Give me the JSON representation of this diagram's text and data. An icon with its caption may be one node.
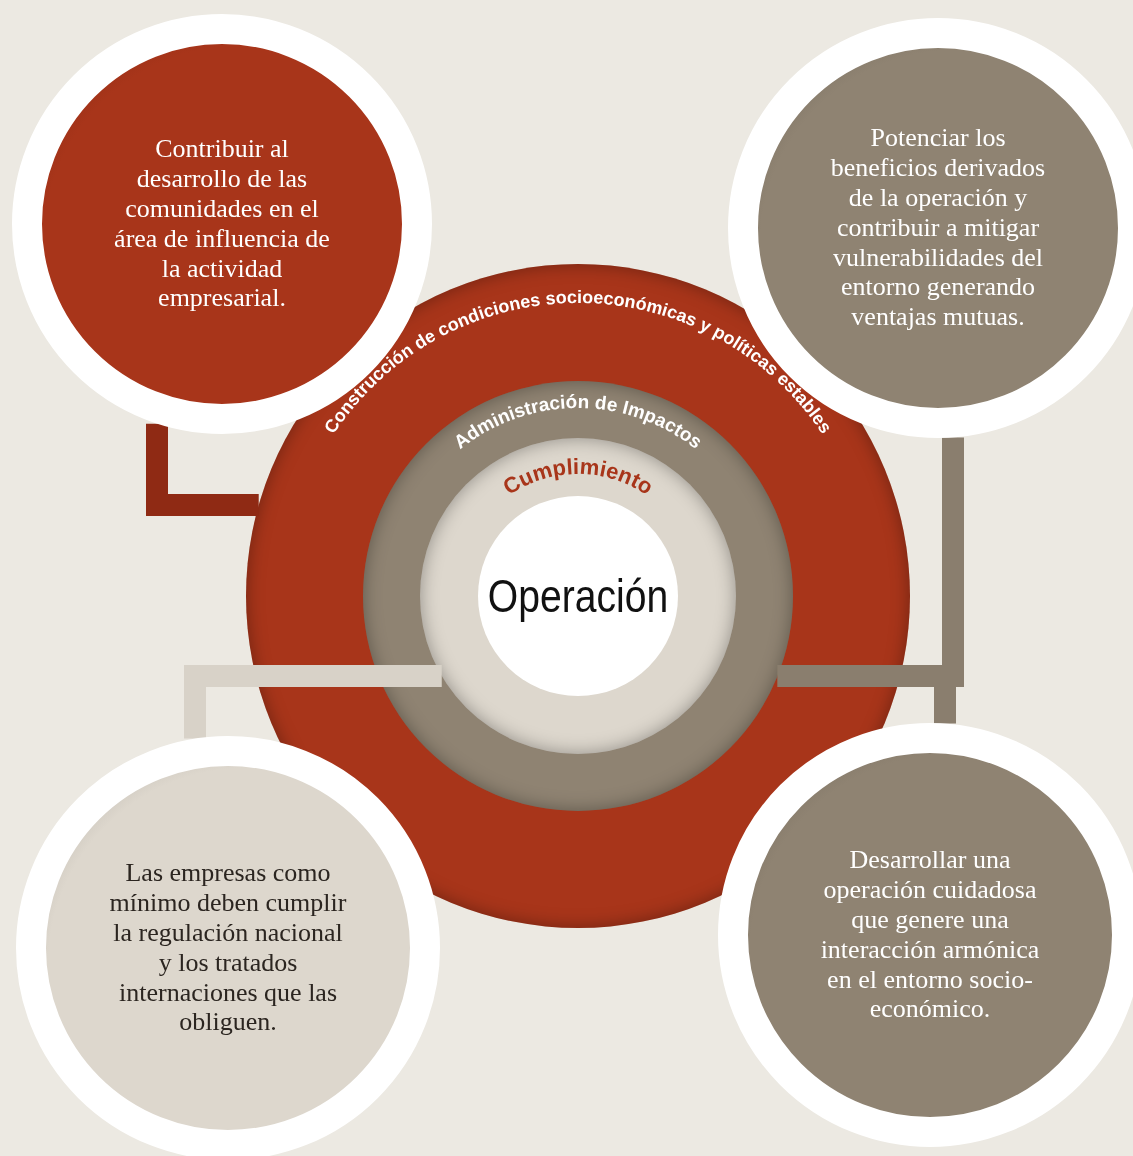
{
  "diagram": {
    "nodes": [
      {
        "text": [
          "Construcción de condiciones socioeconómicas y políticas estables"
        ]
      },
      {
        "text": [
          "Administración de Impactos"
        ],
        "in": 0
      },
      {
        "text": [
          "Cumplimiento"
        ],
        "in": 1
      },
      {
        "text": [
          "Operación"
        ],
        "in": 2
      },
      {
        "text": [
          "Contribuir al desarrollo de las comunidades en el área de influencia de la actividad empresarial."
        ]
      },
      {
        "text": [
          "Potenciar los beneficios derivados de la operación y contribuir a mitigar vulnerabilidades del entorno generando ventajas mutuas."
        ]
      },
      {
        "text": [
          "Las empresas como mínimo deben cumplir la regulación nacional y los tratados internaciones que las obliguen."
        ]
      },
      {
        "text": [
          "Desarrollar una operación cuidadosa que genere una interacción armónica en el entorno socio-económico."
        ]
      }
    ],
    "edges": [
      {
        "from": 4,
        "to": 0,
        "arrow": "none",
        "color": "#8f2a14"
      },
      {
        "from": 5,
        "to": 1,
        "arrow": "none"
      },
      {
        "from": 6,
        "to": 2,
        "arrow": "none",
        "color": "#d8d2c8"
      },
      {
        "from": 7,
        "to": 1,
        "arrow": "none"
      }
    ]
  }
}
